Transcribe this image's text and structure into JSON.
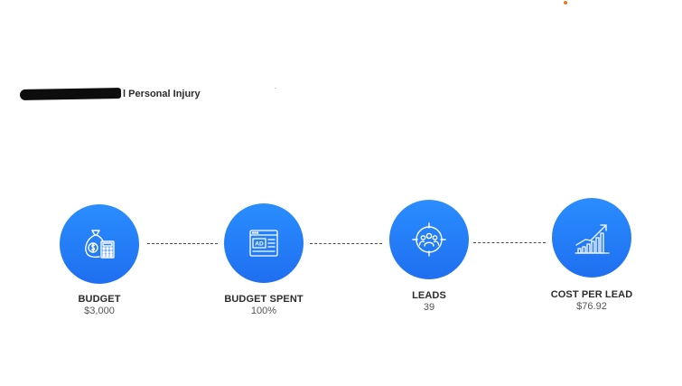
{
  "header": {
    "title_suffix": "l Personal Injury"
  },
  "metrics": [
    {
      "label": "BUDGET",
      "value": "$3,000",
      "icon": "money-bag-calculator-icon"
    },
    {
      "label": "BUDGET SPENT",
      "value": "100%",
      "icon": "ad-browser-window-icon"
    },
    {
      "label": "LEADS",
      "value": "39",
      "icon": "target-audience-icon"
    },
    {
      "label": "COST PER LEAD",
      "value": "$76.92",
      "icon": "growth-bar-chart-icon"
    }
  ],
  "colors": {
    "accent": "#2a8dff",
    "text": "#2c2c2c",
    "muted": "#555555",
    "marker": "#e87a1e"
  }
}
